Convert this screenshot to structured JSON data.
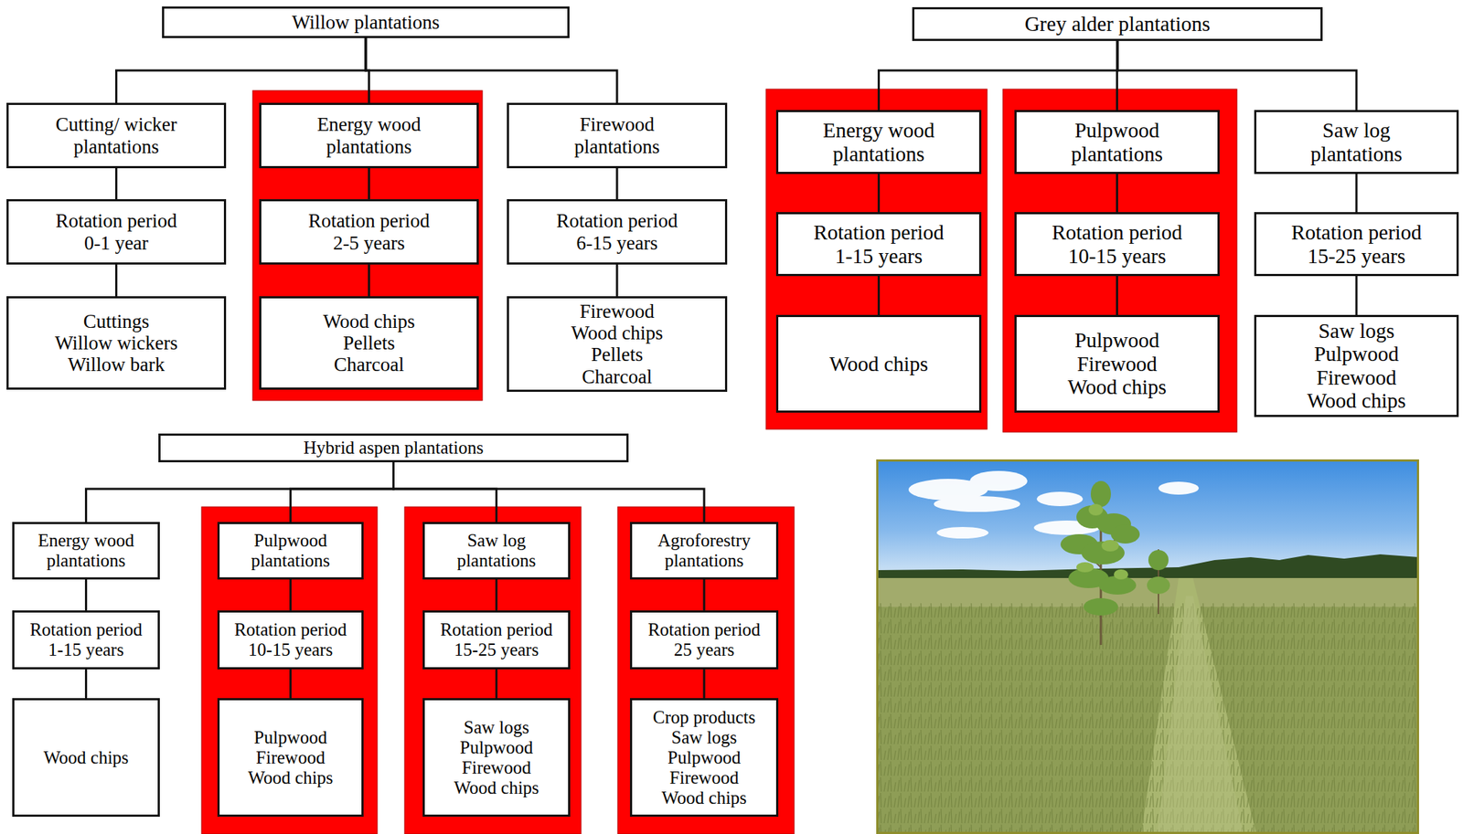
{
  "diagram": {
    "nodes": [
      {
        "text": [
          "Willow plantations"
        ]
      },
      {
        "text": [
          "Cutting/ wicker plantations"
        ]
      },
      {
        "text": [
          "Rotation period 0-1 year"
        ]
      },
      {
        "text": [
          "Cuttings",
          "Willow wickers",
          "Willow bark"
        ]
      },
      {
        "text": [
          "Energy wood plantations"
        ]
      },
      {
        "text": [
          "Rotation period 2-5 years"
        ]
      },
      {
        "text": [
          "Wood chips",
          "Pellets",
          "Charcoal"
        ]
      },
      {
        "text": [
          "Firewood plantations"
        ]
      },
      {
        "text": [
          "Rotation period 6-15 years"
        ]
      },
      {
        "text": [
          "Firewood",
          "Wood chips",
          "Pellets",
          "Charcoal"
        ]
      },
      {
        "text": [
          "Grey alder plantations"
        ]
      },
      {
        "text": [
          "Energy wood plantations"
        ]
      },
      {
        "text": [
          "Rotation period 1-15 years"
        ]
      },
      {
        "text": [
          "Wood chips"
        ]
      },
      {
        "text": [
          "Pulpwood plantations"
        ]
      },
      {
        "text": [
          "Rotation period 10-15 years"
        ]
      },
      {
        "text": [
          "Pulpwood",
          "Firewood",
          "Wood chips"
        ]
      },
      {
        "text": [
          "Saw log plantations"
        ]
      },
      {
        "text": [
          "Rotation period 15-25 years"
        ]
      },
      {
        "text": [
          "Saw logs",
          "Pulpwood",
          "Firewood",
          "Wood chips"
        ]
      },
      {
        "text": [
          "Hybrid aspen plantations"
        ]
      },
      {
        "text": [
          "Energy wood plantations"
        ]
      },
      {
        "text": [
          "Rotation period 1-15 years"
        ]
      },
      {
        "text": [
          "Wood chips"
        ]
      },
      {
        "text": [
          "Pulpwood plantations"
        ]
      },
      {
        "text": [
          "Rotation period 10-15 years"
        ]
      },
      {
        "text": [
          "Pulpwood",
          "Firewood",
          "Wood chips"
        ]
      },
      {
        "text": [
          "Saw log plantations"
        ]
      },
      {
        "text": [
          "Rotation period 15-25 years"
        ]
      },
      {
        "text": [
          "Saw logs",
          "Pulpwood",
          "Firewood",
          "Wood chips"
        ]
      },
      {
        "text": [
          "Agroforestry plantations"
        ]
      },
      {
        "text": [
          "Rotation period 25 years"
        ]
      },
      {
        "text": [
          "Crop products",
          "Saw logs",
          "Pulpwood",
          "Firewood",
          "Wood chips"
        ]
      }
    ],
    "edges": [
      {
        "from": 0,
        "to": 1,
        "arrow": "none"
      },
      {
        "from": 0,
        "to": 4,
        "arrow": "none"
      },
      {
        "from": 0,
        "to": 7,
        "arrow": "none"
      },
      {
        "from": 1,
        "to": 2,
        "arrow": "none"
      },
      {
        "from": 2,
        "to": 3,
        "arrow": "none"
      },
      {
        "from": 4,
        "to": 5,
        "arrow": "none"
      },
      {
        "from": 5,
        "to": 6,
        "arrow": "none"
      },
      {
        "from": 7,
        "to": 8,
        "arrow": "none"
      },
      {
        "from": 8,
        "to": 9,
        "arrow": "none"
      },
      {
        "from": 10,
        "to": 11,
        "arrow": "none"
      },
      {
        "from": 10,
        "to": 14,
        "arrow": "none"
      },
      {
        "from": 10,
        "to": 17,
        "arrow": "none"
      },
      {
        "from": 11,
        "to": 12,
        "arrow": "none"
      },
      {
        "from": 12,
        "to": 13,
        "arrow": "none"
      },
      {
        "from": 14,
        "to": 15,
        "arrow": "none"
      },
      {
        "from": 15,
        "to": 16,
        "arrow": "none"
      },
      {
        "from": 17,
        "to": 18,
        "arrow": "none"
      },
      {
        "from": 18,
        "to": 19,
        "arrow": "none"
      },
      {
        "from": 20,
        "to": 21,
        "arrow": "none"
      },
      {
        "from": 20,
        "to": 24,
        "arrow": "none"
      },
      {
        "from": 20,
        "to": 27,
        "arrow": "none"
      },
      {
        "from": 20,
        "to": 30,
        "arrow": "none"
      },
      {
        "from": 21,
        "to": 22,
        "arrow": "none"
      },
      {
        "from": 22,
        "to": 23,
        "arrow": "none"
      },
      {
        "from": 24,
        "to": 25,
        "arrow": "none"
      },
      {
        "from": 25,
        "to": 26,
        "arrow": "none"
      },
      {
        "from": 27,
        "to": 28,
        "arrow": "none"
      },
      {
        "from": 28,
        "to": 29,
        "arrow": "none"
      },
      {
        "from": 30,
        "to": 31,
        "arrow": "none"
      },
      {
        "from": 31,
        "to": 32,
        "arrow": "none"
      }
    ]
  }
}
